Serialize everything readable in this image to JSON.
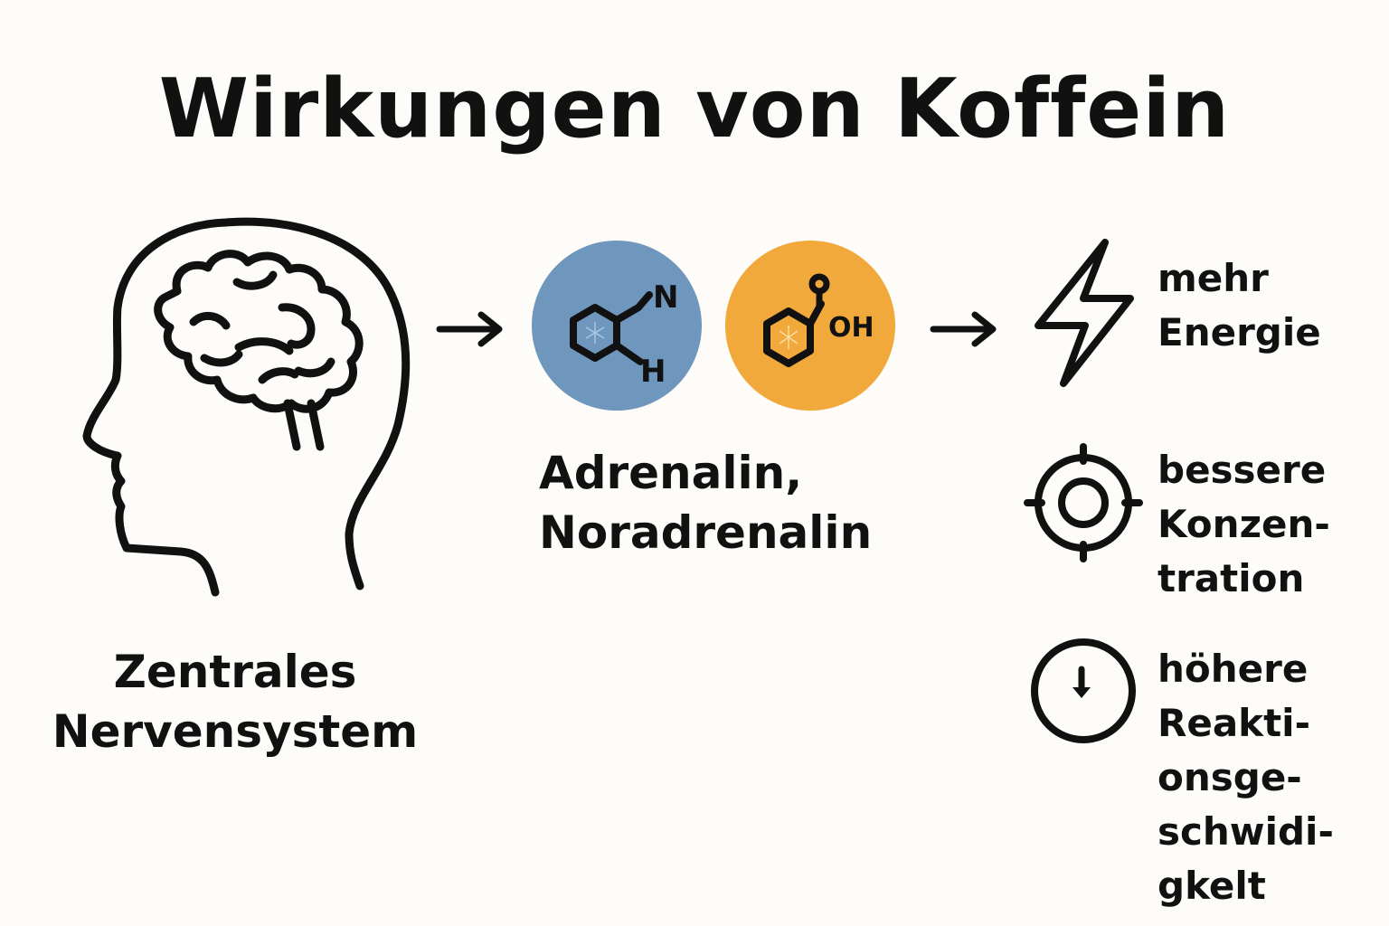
{
  "title": "Wirkungen von Koffein",
  "cns": {
    "line1": "Zentrales",
    "line2": "Nervensystem"
  },
  "hormones": {
    "line1": "Adrenalin,",
    "line2": "Noradrenalin",
    "molecule1": {
      "atom_n": "N",
      "atom_h": "H",
      "color": "#6f97bd"
    },
    "molecule2": {
      "atom_oh": "OH",
      "color": "#f2a93b"
    }
  },
  "effects": [
    {
      "icon": "lightning-icon",
      "lines": [
        "mehr",
        "Energie"
      ]
    },
    {
      "icon": "target-icon",
      "lines": [
        "bessere",
        "Konzen-",
        "tration"
      ]
    },
    {
      "icon": "clock-icon",
      "lines": [
        "höhere",
        "Reakti-",
        "onsge-",
        "schwidi-",
        "gkelt"
      ]
    }
  ]
}
